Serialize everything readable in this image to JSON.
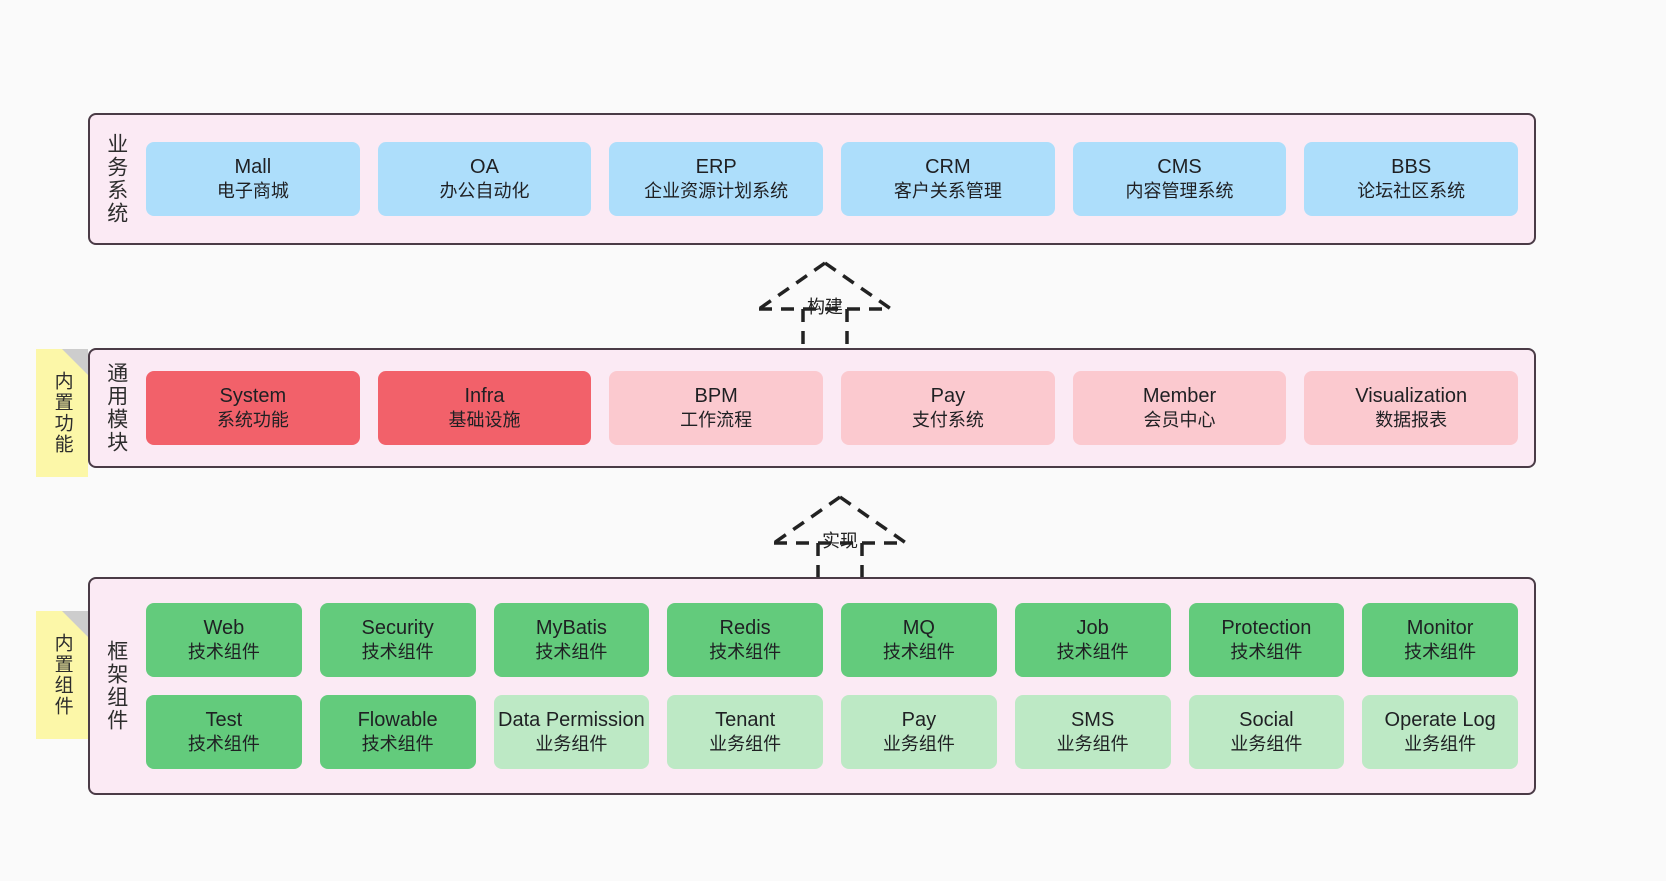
{
  "diagram": {
    "background": "#fafafa",
    "colors": {
      "band_fill": "#fbeaf4",
      "band_border": "#4a3b46",
      "business": "#addefb",
      "module_core": "#f2616a",
      "module_plain": "#fbc9cf",
      "tech_component": "#63cb7c",
      "biz_component": "#bde9c5",
      "note": "#fcf7a8",
      "note_fold": "#cdcdcd"
    }
  },
  "layers": {
    "business": {
      "title": "业务系统",
      "items": [
        {
          "name": "Mall",
          "sub": "电子商城"
        },
        {
          "name": "OA",
          "sub": "办公自动化"
        },
        {
          "name": "ERP",
          "sub": "企业资源计划系统"
        },
        {
          "name": "CRM",
          "sub": "客户关系管理"
        },
        {
          "name": "CMS",
          "sub": "内容管理系统"
        },
        {
          "name": "BBS",
          "sub": "论坛社区系统"
        }
      ]
    },
    "modules": {
      "title": "通用模块",
      "note": "内置功能",
      "items": [
        {
          "name": "System",
          "sub": "系统功能",
          "variant": "c-red"
        },
        {
          "name": "Infra",
          "sub": "基础设施",
          "variant": "c-red"
        },
        {
          "name": "BPM",
          "sub": "工作流程",
          "variant": "c-pink"
        },
        {
          "name": "Pay",
          "sub": "支付系统",
          "variant": "c-pink"
        },
        {
          "name": "Member",
          "sub": "会员中心",
          "variant": "c-pink"
        },
        {
          "name": "Visualization",
          "sub": "数据报表",
          "variant": "c-pink"
        }
      ]
    },
    "framework": {
      "title": "框架组件",
      "note": "内置组件",
      "row1": [
        {
          "name": "Web",
          "sub": "技术组件",
          "variant": "c-green"
        },
        {
          "name": "Security",
          "sub": "技术组件",
          "variant": "c-green"
        },
        {
          "name": "MyBatis",
          "sub": "技术组件",
          "variant": "c-green"
        },
        {
          "name": "Redis",
          "sub": "技术组件",
          "variant": "c-green"
        },
        {
          "name": "MQ",
          "sub": "技术组件",
          "variant": "c-green"
        },
        {
          "name": "Job",
          "sub": "技术组件",
          "variant": "c-green"
        },
        {
          "name": "Protection",
          "sub": "技术组件",
          "variant": "c-green"
        },
        {
          "name": "Monitor",
          "sub": "技术组件",
          "variant": "c-green"
        }
      ],
      "row2": [
        {
          "name": "Test",
          "sub": "技术组件",
          "variant": "c-green"
        },
        {
          "name": "Flowable",
          "sub": "技术组件",
          "variant": "c-green"
        },
        {
          "name": "Data Permission",
          "sub": "业务组件",
          "variant": "c-green-light"
        },
        {
          "name": "Tenant",
          "sub": "业务组件",
          "variant": "c-green-light"
        },
        {
          "name": "Pay",
          "sub": "业务组件",
          "variant": "c-green-light"
        },
        {
          "name": "SMS",
          "sub": "业务组件",
          "variant": "c-green-light"
        },
        {
          "name": "Social",
          "sub": "业务组件",
          "variant": "c-green-light"
        },
        {
          "name": "Operate Log",
          "sub": "业务组件",
          "variant": "c-green-light"
        }
      ]
    }
  },
  "connectors": {
    "build": {
      "label": "构建"
    },
    "implement": {
      "label": "实现"
    }
  }
}
